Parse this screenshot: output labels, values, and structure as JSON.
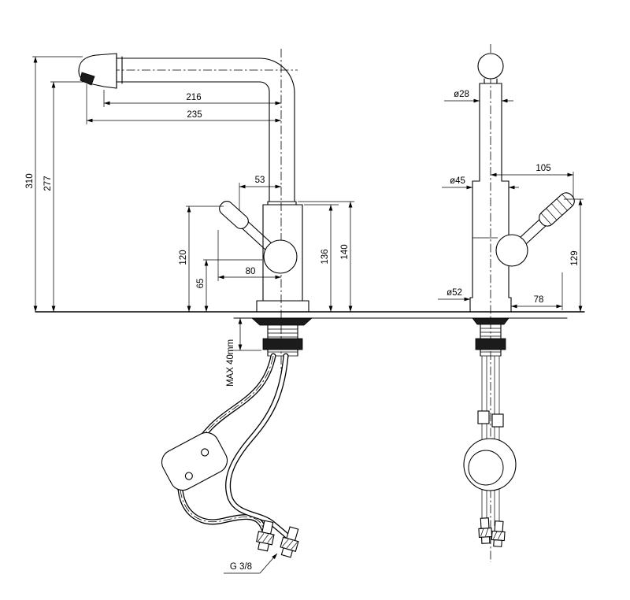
{
  "colors": {
    "background": "#ffffff",
    "line": "#000000"
  },
  "left_view": {
    "dims": {
      "spout_reach": "216",
      "spout_total": "235",
      "total_height": "310",
      "under_spout_height": "277",
      "body_offset": "53",
      "handle_height": "120",
      "pivot_height": "65",
      "handle_reach": "80",
      "body_height": "136",
      "cap_height": "140",
      "mount_max": "MAX 40mm",
      "thread": "G 3/8"
    }
  },
  "right_view": {
    "dims": {
      "pipe_dia": "ø28",
      "handle_projection": "105",
      "body_dia": "ø45",
      "handle_height": "129",
      "base_dia": "ø52",
      "base_projection": "78"
    }
  }
}
